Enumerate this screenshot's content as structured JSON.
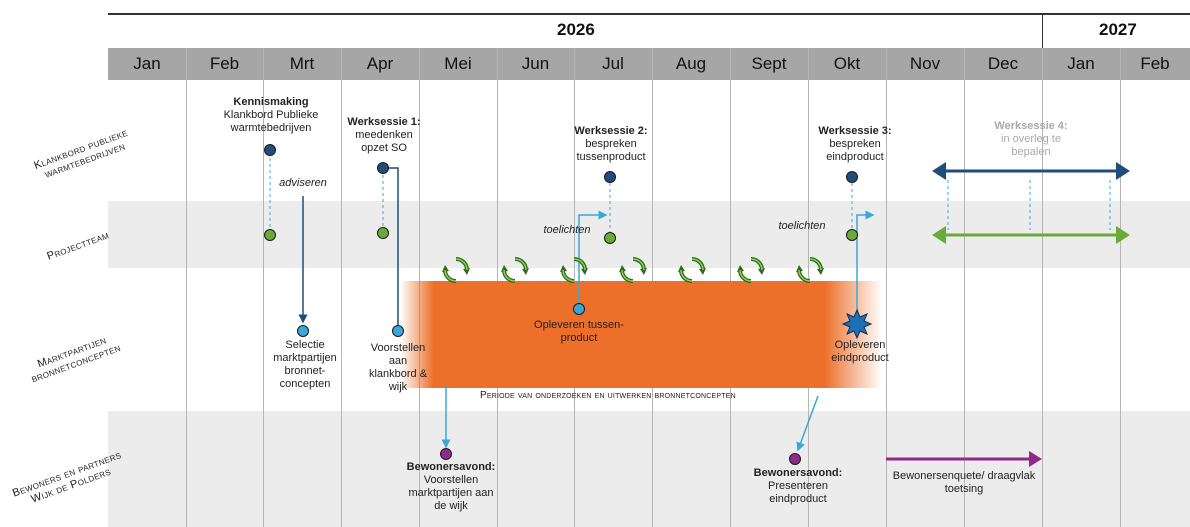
{
  "years": {
    "y1": "2026",
    "y2": "2027"
  },
  "months": [
    "Jan",
    "Feb",
    "Mrt",
    "Apr",
    "Mei",
    "Jun",
    "Jul",
    "Aug",
    "Sept",
    "Okt",
    "Nov",
    "Dec",
    "Jan",
    "Feb"
  ],
  "rows": {
    "klankbord": "Klankbord publieke warmtebedrijven",
    "projectteam": "Projectteam",
    "marktpartijen": "Marktpartijen bronnetconcepten",
    "bewoners": "Bewoners en partners Wijk de Polders"
  },
  "labels": {
    "kennismaking_title": "Kennismaking",
    "kennismaking_l1": "Klankbord Publieke",
    "kennismaking_l2": "warmtebedrijven",
    "adviseren": "adviseren",
    "ws1_title": "Werksessie 1:",
    "ws1_l1": "meedenken",
    "ws1_l2": "opzet SO",
    "ws2_title": "Werksessie 2:",
    "ws2_l1": "bespreken",
    "ws2_l2": "tussenproduct",
    "ws3_title": "Werksessie 3:",
    "ws3_l1": "bespreken",
    "ws3_l2": "eindproduct",
    "ws4_title": "Werksessie 4:",
    "ws4_l1": "in overleg te",
    "ws4_l2": "bepalen",
    "toelichten1": "toelichten",
    "toelichten2": "toelichten",
    "selectie_l1": "Selectie",
    "selectie_l2": "marktpartijen",
    "selectie_l3": "bronnet-",
    "selectie_l4": "concepten",
    "voorstellen_l1": "Voorstellen",
    "voorstellen_l2": "aan",
    "voorstellen_l3": "klankbord &",
    "voorstellen_l4": "wijk",
    "tussen_l1": "Opleveren tussen-",
    "tussen_l2": "product",
    "eind_l1": "Opleveren",
    "eind_l2": "eindproduct",
    "periode": "Periode van onderzoeken en uitwerken bronnetconcepten",
    "bew1_title": "Bewonersavond:",
    "bew1_l1": "Voorstellen",
    "bew1_l2": "marktpartijen aan",
    "bew1_l3": "de wijk",
    "bew2_title": "Bewonersavond:",
    "bew2_l1": "Presenteren",
    "bew2_l2": "eindproduct",
    "enquete_l1": "Bewonersenquete/ draagvlak",
    "enquete_l2": "toetsing"
  },
  "colors": {
    "navy": "#1f4e79",
    "green": "#6aaa3a",
    "blue": "#3ba7d9",
    "purple": "#8e2a8e",
    "orange": "#ec6f2a",
    "cycle": "#2e6b1f"
  }
}
